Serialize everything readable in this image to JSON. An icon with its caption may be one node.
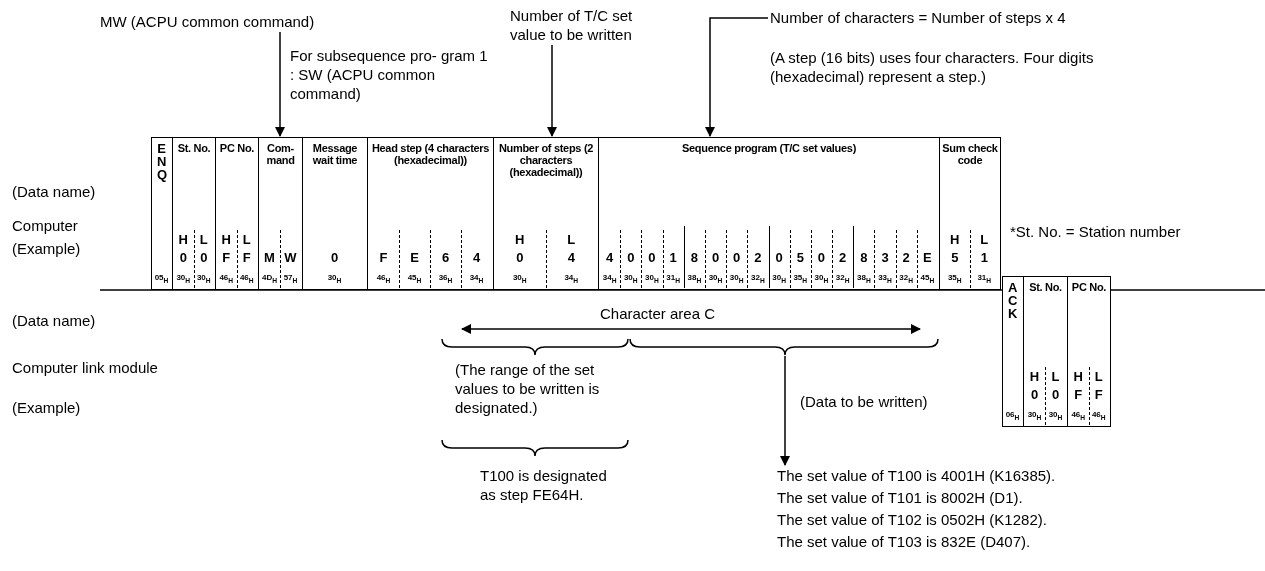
{
  "diagram": {
    "nodes": [
      {
        "text": [
          "MW (ACPU common command)"
        ],
        "beside": [
          "For subsequence pro- gram 1 : SW (ACPU common command)"
        ]
      },
      {
        "text": [
          "Number of T/C set value to be written"
        ]
      },
      {
        "text": [
          "Number of characters = Number of steps x 4",
          "(A step (16 bits) uses four characters. Four digits (hexadecimal) represent a step.)"
        ]
      },
      {
        "text": [
          "ENQ",
          "05$_{H}$"
        ]
      },
      {
        "text": [
          "St. No.",
          "H",
          "L",
          "0",
          "0",
          "30$_{H}$",
          "30$_{H}$"
        ]
      },
      {
        "text": [
          "PC No.",
          "H",
          "L",
          "F",
          "F",
          "46$_{H}$",
          "46$_{H}$"
        ]
      },
      {
        "text": [
          "Com- mand",
          "M",
          "W",
          "4D$_{H}$",
          "57$_{H}$"
        ]
      },
      {
        "text": [
          "Message wait time",
          "0",
          "30$_{H}$"
        ]
      },
      {
        "text": [
          "Head step (4 characters (hexadecimal))",
          "F",
          "E",
          "6",
          "4",
          "46$_{H}$",
          "45$_{H}$",
          "36$_{H}$",
          "34$_{H}$"
        ]
      },
      {
        "text": [
          "Number of steps (2 characters (hexadecimal))",
          "H",
          "L",
          "0",
          "4",
          "30$_{H}$",
          "34$_{H}$"
        ]
      },
      {
        "text": [
          "Sequence program (T/C set values)",
          "4",
          "0",
          "0",
          "1",
          "8",
          "0",
          "0",
          "2",
          "0",
          "5",
          "0",
          "2",
          "8",
          "3",
          "2",
          "E",
          "34$_{H}$",
          "30$_{H}$",
          "30$_{H}$",
          "31$_{H}$",
          "38$_{H}$",
          "30$_{H}$",
          "30$_{H}$",
          "32$_{H}$",
          "30$_{H}$",
          "35$_{H}$",
          "30$_{H}$",
          "32$_{H}$",
          "38$_{H}$",
          "33$_{H}$",
          "32$_{H}$",
          "45$_{H}$"
        ]
      },
      {
        "text": [
          "Sum check code",
          "H",
          "L",
          "5",
          "1",
          "35$_{H}$",
          "31$_{H}$"
        ]
      },
      {
        "text": [
          "ACK",
          "06$_{H}$"
        ]
      },
      {
        "text": [
          "St. No.",
          "H",
          "L",
          "0",
          "0",
          "30$_{H}$",
          "30$_{H}$"
        ]
      },
      {
        "text": [
          "PC No.",
          "H",
          "L",
          "F",
          "F",
          "46$_{H}$",
          "46$_{H}$"
        ]
      },
      {
        "text": [
          "The set value of T100 is 4001H (K16385).",
          "The set value of T101 is 8002H (D1).",
          "The set value of T102 is 0502H (K1282).",
          "The set value of T103 is 832E (D407)."
        ]
      },
      {
        "text": [],
        "shape": "brace"
      }
    ],
    "edges": [
      {
        "from": 0,
        "to": 6,
        "arrow": "to"
      },
      {
        "from": 1,
        "to": 9,
        "arrow": "to"
      },
      {
        "from": 2,
        "to": 10,
        "arrow": "to"
      },
      {
        "from": 16,
        "to": 15,
        "arrow": "to",
        "label": "(Data to be written)"
      }
    ],
    "labels": [
      "(Data name)",
      "Computer",
      "(Example)",
      "*St. No. = Station number",
      "(Data name)",
      "Character area C",
      "Computer link module",
      "(The range of the set values to be written is designated.)",
      "(Example)",
      "T100 is designated as step FE64H."
    ]
  }
}
